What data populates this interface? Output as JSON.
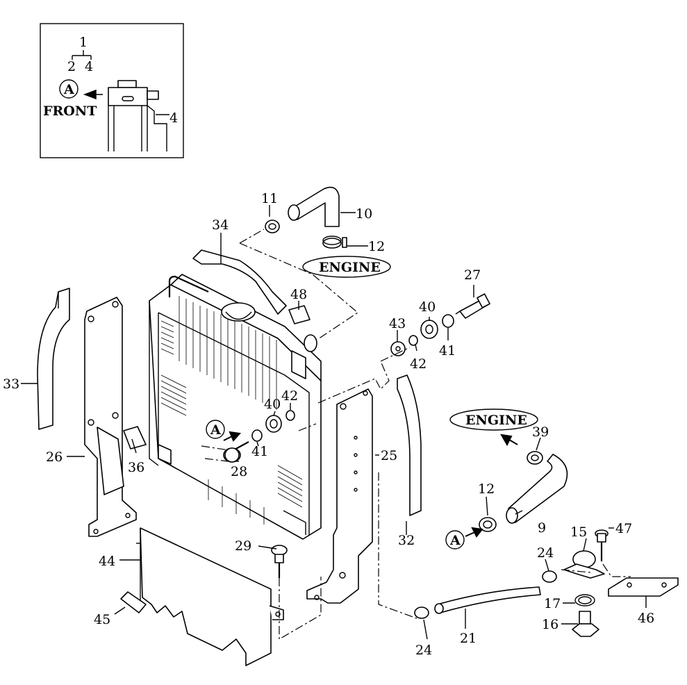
{
  "inset": {
    "tree_top": "1",
    "tree_left": "2",
    "tree_right": "4",
    "circle_ref": "A",
    "front_label": "FRONT",
    "side_ref": "4"
  },
  "labels": {
    "engine_top": "ENGINE",
    "engine_right": "ENGINE",
    "ref_a_radiator": "A",
    "ref_a_hose": "A"
  },
  "callouts": {
    "p1": "9",
    "p2": "10",
    "p3": "11",
    "p4": "12",
    "p5": "12",
    "p6": "15",
    "p7": "16",
    "p8": "17",
    "p9": "21",
    "p10": "24",
    "p11": "24",
    "p12": "25",
    "p13": "26",
    "p14": "27",
    "p15": "28",
    "p16": "29",
    "p17": "32",
    "p18": "33",
    "p19": "34",
    "p20": "36",
    "p21": "39",
    "p22": "40",
    "p23": "40",
    "p24": "41",
    "p25": "41",
    "p26": "42",
    "p27": "42",
    "p28": "43",
    "p29": "44",
    "p30": "45",
    "p31": "46",
    "p32": "47",
    "p33": "48"
  }
}
